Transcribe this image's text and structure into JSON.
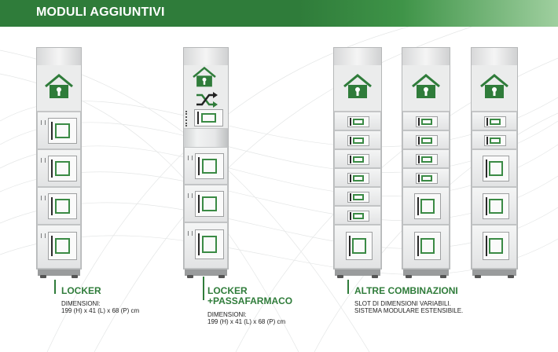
{
  "header": {
    "title": "MODULI AGGIUNTIVI"
  },
  "colors": {
    "brand_green": "#2f7c3a",
    "panel_grey": "#e6e7e8"
  },
  "icons": {
    "house": "house-lock-icon",
    "swap": "shuffle-arrows-icon"
  },
  "products": [
    {
      "title": "LOCKER",
      "lines": [
        "DIMENSIONI:",
        "199 (H) x 41 (L) x 68 (P) cm"
      ]
    },
    {
      "title_line1": "LOCKER",
      "title_line2": "+PASSAFARMACO",
      "lines": [
        "DIMENSIONI:",
        "199 (H) x 41 (L) x 68 (P) cm"
      ]
    },
    {
      "title": "ALTRE COMBINAZIONI",
      "lines": [
        "SLOT DI DIMENSIONI VARIABILI.",
        "SISTEMA MODULARE ESTENSIBILE."
      ]
    }
  ]
}
